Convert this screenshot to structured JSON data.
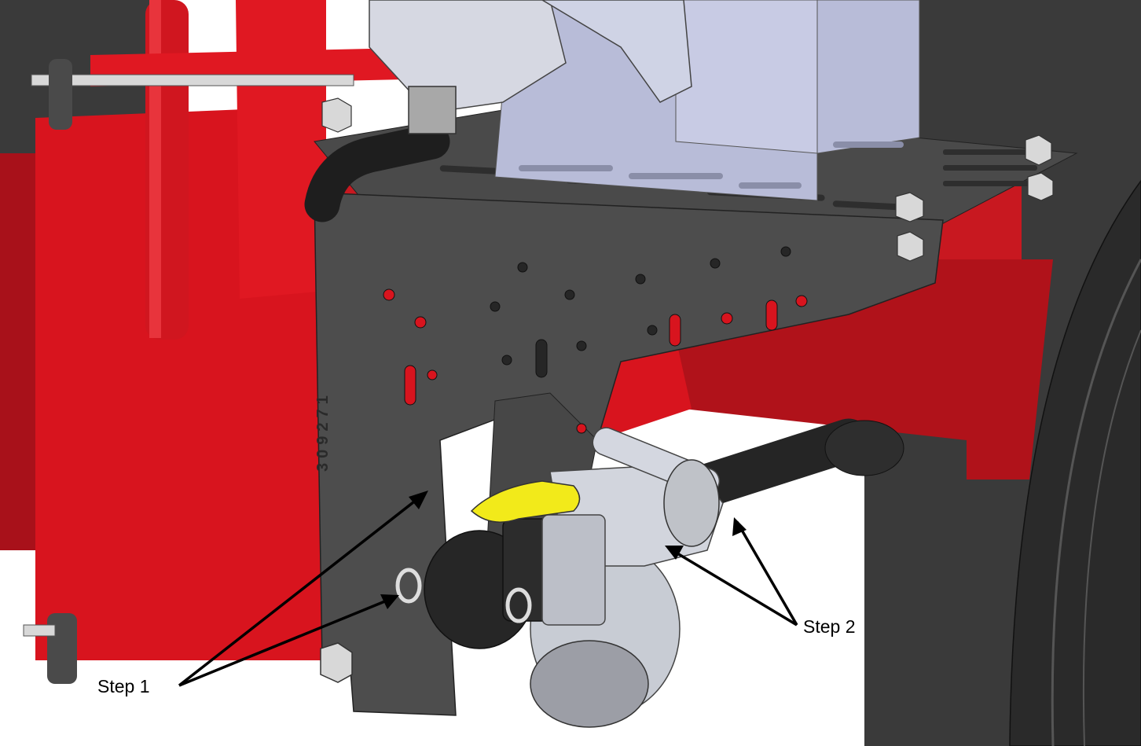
{
  "callouts": {
    "step1": "Step 1",
    "step2": "Step 2"
  },
  "part_number": "309271",
  "colors": {
    "frame_red": "#d8141e",
    "frame_red_dark": "#b0121a",
    "bracket_dark": "#4a4a4a",
    "hose_black": "#2a2a2a",
    "valve_handle_yellow": "#f2ea1a",
    "fitting_silver": "#cfd3da",
    "mount_lavender": "#b8bcd8"
  },
  "icons": {
    "arrow": "arrow-icon"
  }
}
